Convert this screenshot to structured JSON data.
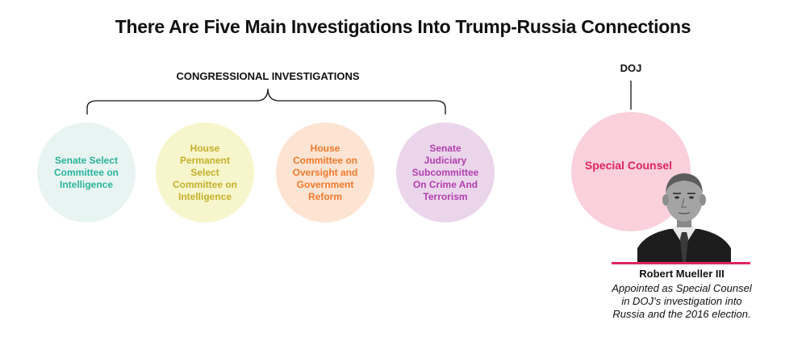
{
  "title": "There Are Five Main Investigations Into Trump-Russia Connections",
  "congress": {
    "label": "CONGRESSIONAL INVESTIGATIONS",
    "nodes": [
      {
        "label": "Senate Select Committee on Intelligence",
        "color": "#2ab39a",
        "fill": "#e8f4f1"
      },
      {
        "label": "House Permanent Select Committee on Intelligence",
        "color": "#c4b02b",
        "fill": "#f7f5cb"
      },
      {
        "label": "House Committee on Oversight and Government Reform",
        "color": "#f07a2d",
        "fill": "#fde3d1"
      },
      {
        "label": "Senate Judiciary Subcommittee On Crime And Terrorism",
        "color": "#b13fae",
        "fill": "#ebd5ea"
      }
    ]
  },
  "doj": {
    "label": "DOJ",
    "node": {
      "label": "Special Counsel",
      "color": "#e0245e",
      "fill": "#f9d0dc"
    }
  },
  "person": {
    "name": "Robert Mueller III",
    "caption_lines": [
      "Appointed as Special Counsel",
      "in DOJ’s investigation into",
      "Russia and the 2016 election."
    ]
  }
}
